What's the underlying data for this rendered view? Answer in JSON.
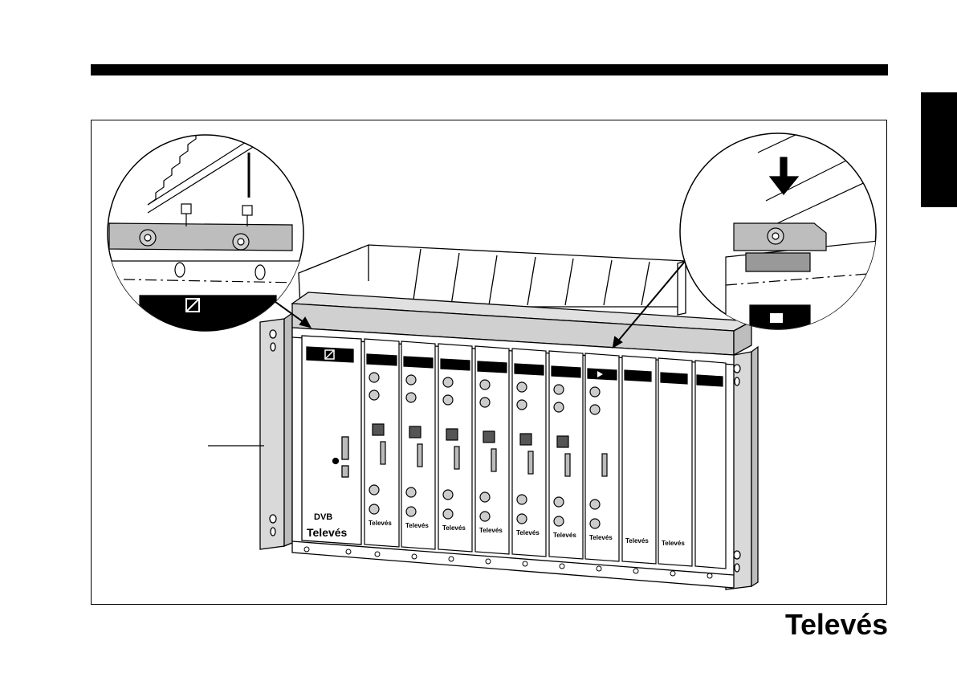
{
  "brand": {
    "name": "Televés",
    "footer_logo": "Televés"
  },
  "modules": {
    "labels": [
      "Televés",
      "Televés",
      "Televés",
      "Televés",
      "Televés",
      "Televés",
      "Televés",
      "Televés",
      "Televés",
      "Televés"
    ],
    "dvb_mark": "DVB"
  },
  "icons": {
    "power_supply_symbol": "power-supply-icon",
    "play_symbol": "play-icon",
    "screw": "screw-icon",
    "arrow_down": "arrow-down-icon"
  },
  "colors": {
    "rule": "#000000",
    "line": "#000000",
    "panel_grey": "#d9d9d9",
    "bar_grey": "#e0e0e0"
  }
}
